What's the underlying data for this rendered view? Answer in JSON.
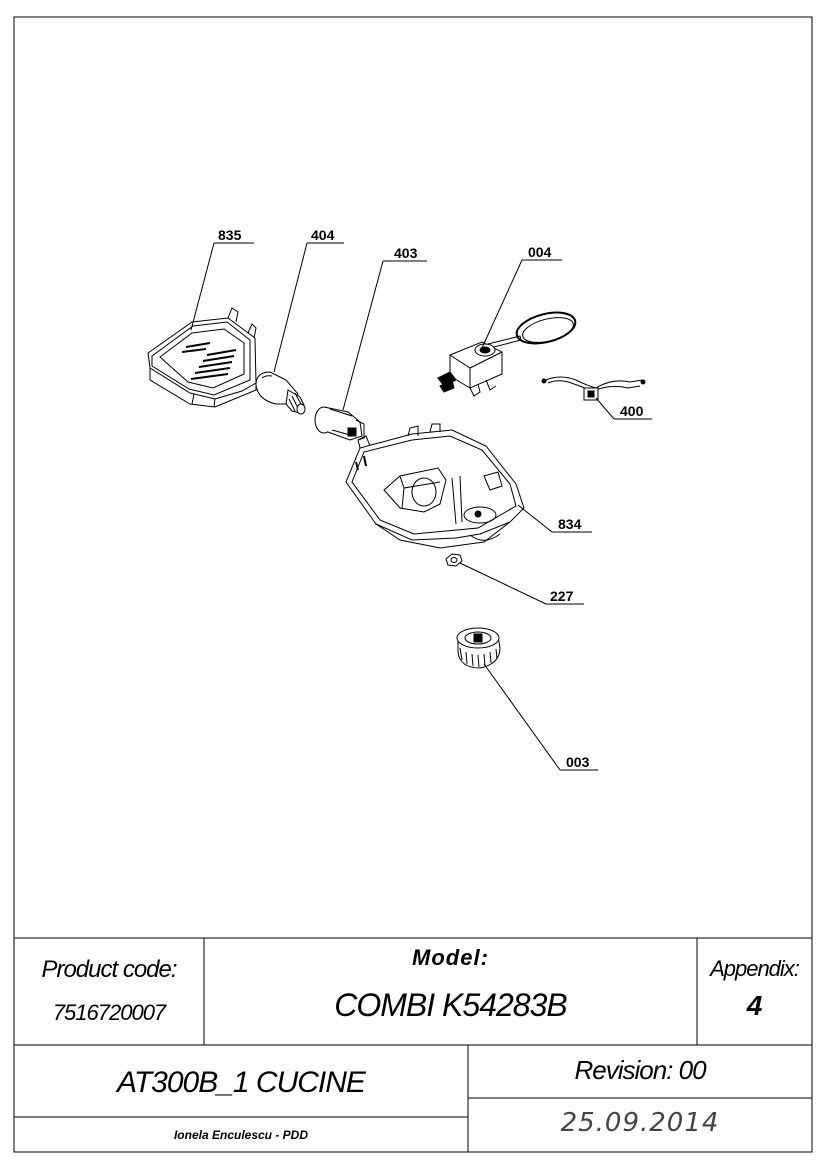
{
  "callouts": {
    "c835": "835",
    "c404": "404",
    "c403": "403",
    "c004": "004",
    "c400": "400",
    "c834": "834",
    "c227": "227",
    "c003": "003"
  },
  "title_block": {
    "product_code_label": "Product code:",
    "product_code_value": "7516720007",
    "model_label": "Model:",
    "model_value": "COMBI K54283B",
    "appendix_label": "Appendix:",
    "appendix_value": "4",
    "project": "AT300B_1 CUCINE",
    "revision": "Revision: 00",
    "author": "Ionela Enculescu - PDD",
    "date": "25.09.2014"
  }
}
